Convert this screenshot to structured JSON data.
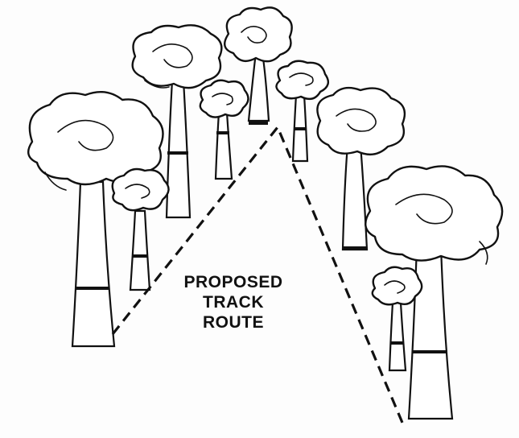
{
  "diagram": {
    "label_lines": [
      "PROPOSED",
      "TRACK",
      "ROUTE"
    ],
    "line_color": "#111111",
    "background_color": "#ffffff"
  }
}
